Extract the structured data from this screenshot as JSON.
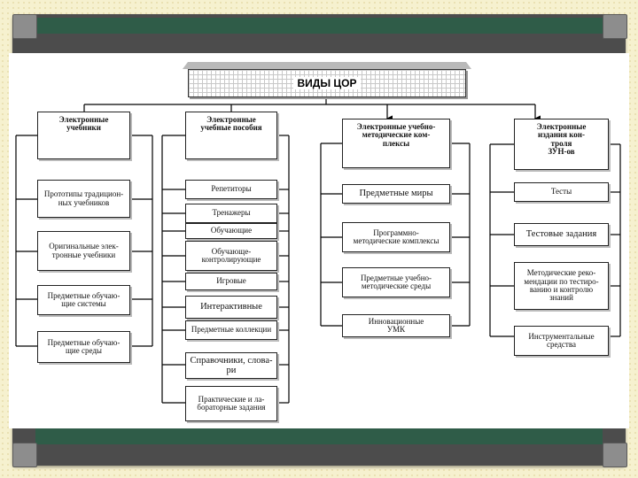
{
  "diagram": {
    "title": "ВИДЫ ЦОР",
    "columns": [
      {
        "header": "Электронные\nучебники",
        "items": [
          "Прототипы традицион-\nных учебников",
          "Оригинальные элек-\nтронные учебники",
          "Предметные обучаю-\nщие системы",
          "Предметные обучаю-\nщие среды"
        ]
      },
      {
        "header": "Электронные\nучебные пособия",
        "items": [
          "Репетиторы",
          "Тренажеры",
          "Обучающие",
          "Обучающе-\nконтролирующие",
          "Игровые",
          "Интерактивные",
          "Предметные коллекции",
          "Справочники, слова-\nри",
          "Практические и ла-\nбораторные задания"
        ]
      },
      {
        "header": "Электронные учебно-\nметодические ком-\nплексы",
        "items": [
          "Предметные миры",
          "Программно-\nметодические комплексы",
          "Предметные учебно-\nметодические среды",
          "Инновационные\nУМК"
        ]
      },
      {
        "header": "Электронные\nиздания кон-\nтроля\nЗУН-ов",
        "items": [
          "Тесты",
          "Тестовые задания",
          "Методические реко-\nмендации по тестиро-\nванию и контролю\nзнаний",
          "Инструментальные\nсредства"
        ]
      }
    ]
  }
}
